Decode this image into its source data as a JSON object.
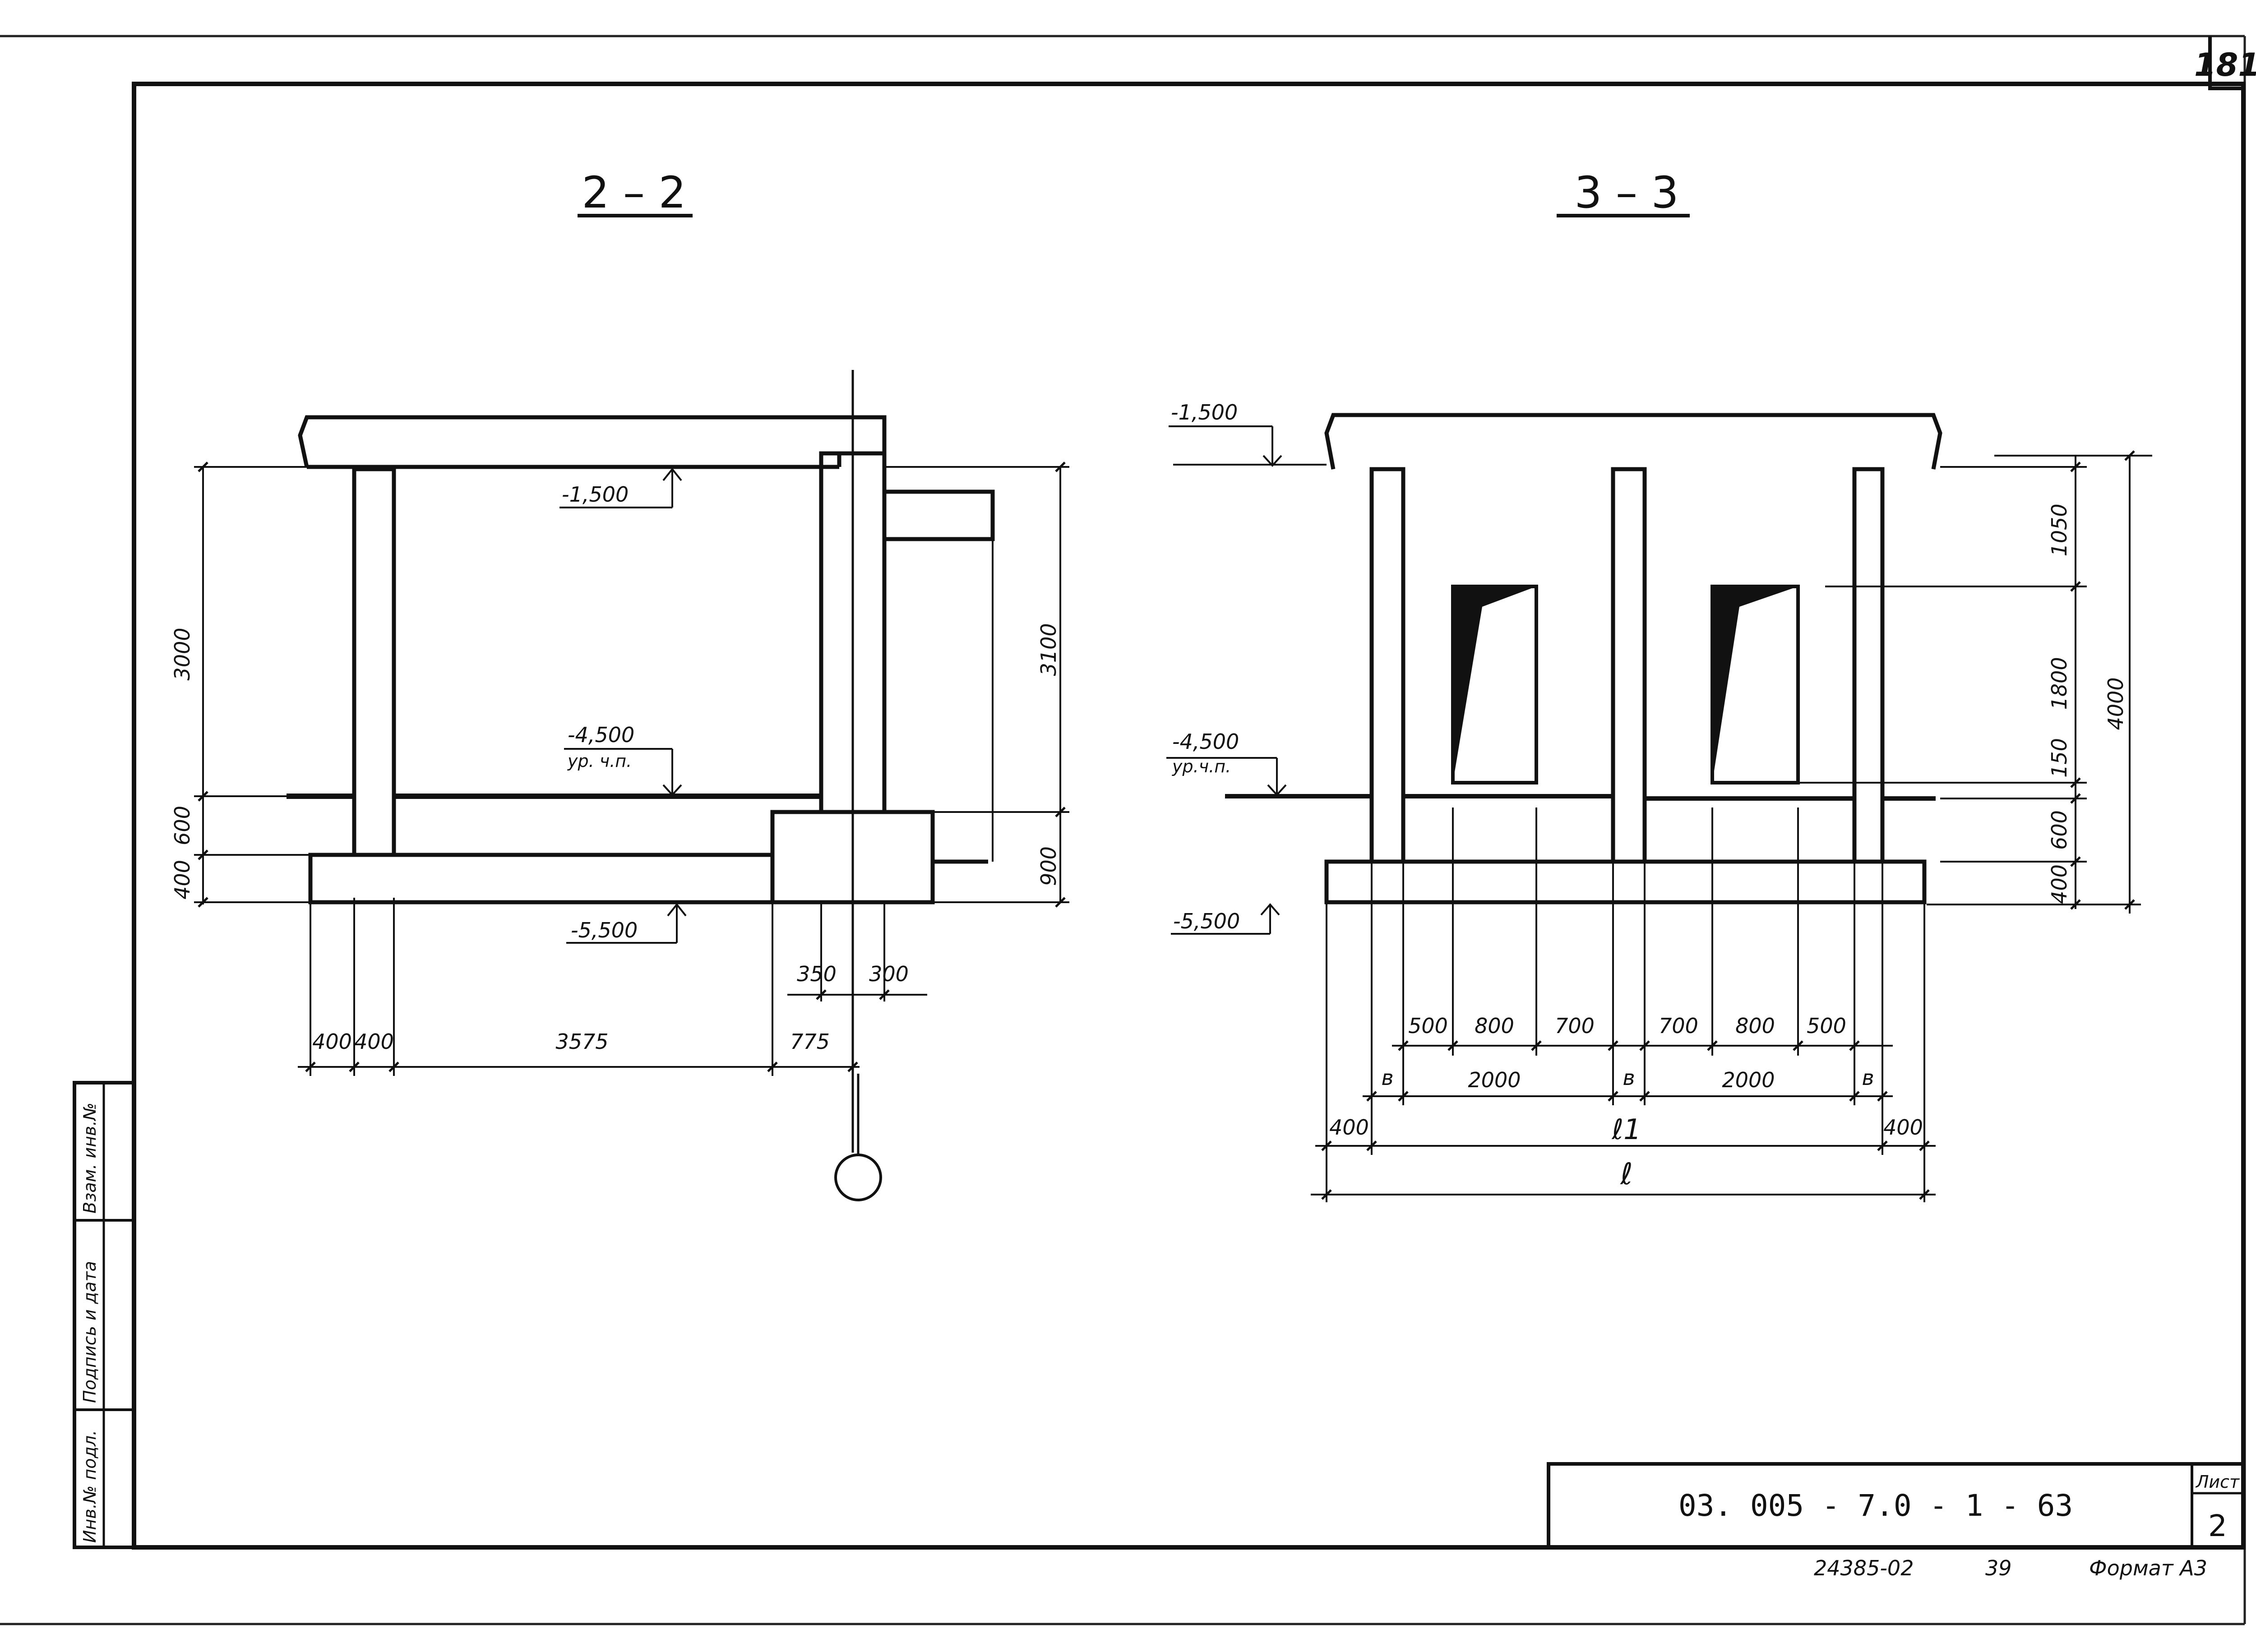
{
  "sheet_number_corner": "181",
  "stamp": {
    "inv_no": "Инв.№ подл.",
    "sign_date": "Подпись и дата",
    "replace_inv": "Взам. инв.№"
  },
  "title_block": {
    "code": "03. 005 - 7.0 - 1 - 63",
    "sheet_label": "Лист",
    "sheet_value": "2"
  },
  "footer": {
    "number": "24385-02",
    "page": "39",
    "format": "Формат А3"
  },
  "section_2_2": {
    "title": "2 – 2",
    "levels": {
      "top": "-1,500",
      "floor": "-4,500",
      "floor_note": "ур. ч.п.",
      "bottom": "-5,500"
    },
    "vertical_dims": {
      "d3000": "3000",
      "d600": "600",
      "d400": "400",
      "d3100": "3100",
      "d900": "900"
    },
    "horizontal_dims": {
      "a": "400",
      "b": "400",
      "c": "3575",
      "d": "775",
      "e": "350",
      "f": "300"
    }
  },
  "section_3_3": {
    "title": "3 – 3",
    "levels": {
      "top": "-1,500",
      "floor": "-4,500",
      "floor_note": "ур.ч.п.",
      "bottom": "-5,500"
    },
    "vertical_dims": {
      "d1050": "1050",
      "d1800": "1800",
      "d150": "150",
      "d600": "600",
      "d400": "400",
      "d4000": "4000"
    },
    "horizontal_dims": {
      "r1a": "500",
      "r1b": "800",
      "r1c": "700",
      "r1d": "700",
      "r1e": "800",
      "r1f": "500",
      "r2a": "в",
      "r2b": "2000",
      "r2c": "в",
      "r2d": "2000",
      "r2e": "в",
      "r3a": "400",
      "r3b": "ℓ1",
      "r3c": "400",
      "r4": "ℓ"
    }
  }
}
